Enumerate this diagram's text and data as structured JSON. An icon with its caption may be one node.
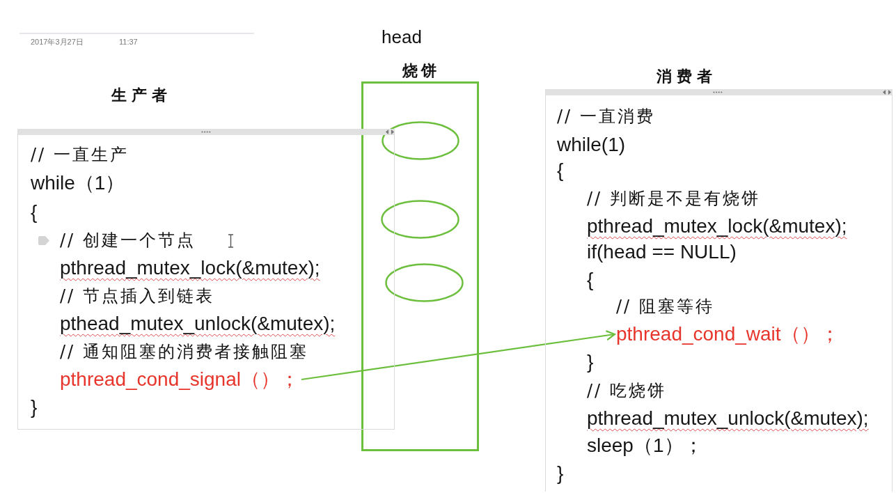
{
  "diagram": {
    "nodes": [
      {
        "text": [
          "生产者",
          "// 一直生产",
          "while（1）",
          "{",
          "// 创建一个节点",
          "pthread_mutex_lock(&mutex);",
          "// 节点插入到链表",
          "pthead_mutex_unlock(&mutex);",
          "// 通知阻塞的消费者接触阻塞",
          "}"
        ]
      },
      {
        "text": [
          "pthread_cond_signal（）；"
        ],
        "in": 0
      },
      {
        "text": [
          "烧饼"
        ],
        "beside": [
          "head"
        ]
      },
      {
        "text": [],
        "shape": "ellipse",
        "in": 2
      },
      {
        "text": [],
        "shape": "ellipse",
        "in": 2
      },
      {
        "text": [],
        "shape": "ellipse",
        "in": 2
      },
      {
        "text": [
          "消费者",
          "// 一直消费",
          "while(1)",
          "{",
          "// 判断是不是有烧饼",
          "pthread_mutex_lock(&mutex);",
          "if(head == NULL)",
          "{",
          "// 阻塞等待",
          "}",
          "// 吃烧饼",
          "pthread_mutex_unlock(&mutex);",
          "sleep（1）；",
          "}"
        ]
      },
      {
        "text": [
          "pthread_cond_wait（）；"
        ],
        "in": 6
      }
    ],
    "edges": [
      {
        "from": 1,
        "to": 7,
        "arrow": "to"
      }
    ],
    "labels": [
      "2017年3月27日",
      "11:37"
    ]
  }
}
